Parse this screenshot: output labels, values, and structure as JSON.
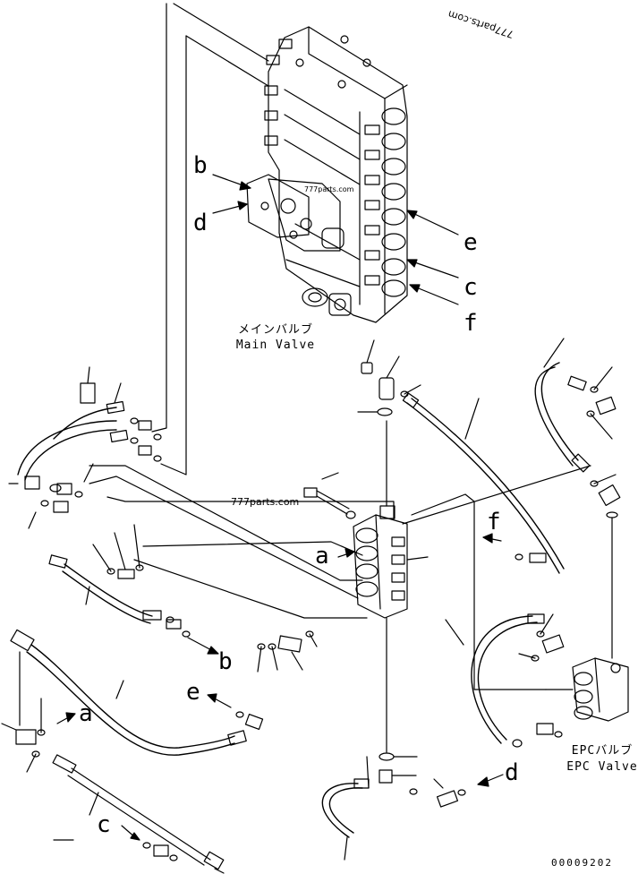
{
  "watermarks": {
    "top": "777parts.com",
    "middle": "777parts.com"
  },
  "main_valve": {
    "label_jp": "メインバルブ",
    "label_en": "Main Valve"
  },
  "epc_valve": {
    "label_jp": "EPCバルブ",
    "label_en": "EPC Valve"
  },
  "port_labels": {
    "b_upper": "b",
    "d_upper": "d",
    "e_upper": "e",
    "c_upper": "c",
    "f_upper": "f",
    "a_block": "a",
    "f_right": "f",
    "b_lower": "b",
    "e_lower": "e",
    "a_left": "a",
    "c_bottom": "c",
    "d_bottom": "d"
  },
  "drawing_code": "00009202",
  "colors": {
    "ink": "#000000",
    "paper": "#ffffff",
    "watermark": "#333333"
  }
}
